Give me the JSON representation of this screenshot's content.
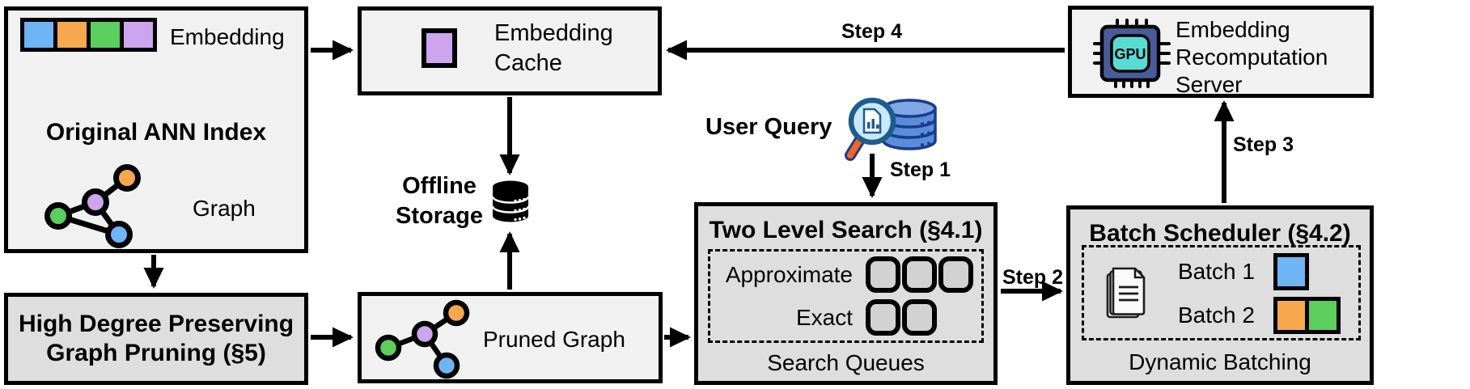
{
  "figure": {
    "original_index": {
      "title": "Original ANN Index",
      "embedding_label": "Embedding",
      "graph_label": "Graph"
    },
    "graph_pruning": {
      "title_line1": "High Degree Preserving",
      "title_line2": "Graph Pruning (§5)"
    },
    "embedding_cache": {
      "title_line1": "Embedding",
      "title_line2": "Cache"
    },
    "offline_storage": {
      "label_line1": "Offline",
      "label_line2": "Storage"
    },
    "pruned_graph": {
      "label": "Pruned Graph"
    },
    "user_query": {
      "label": "User Query"
    },
    "two_level_search": {
      "title": "Two Level Search (§4.1)",
      "approximate_label": "Approximate",
      "exact_label": "Exact",
      "approximate_queue_slots": 3,
      "exact_queue_slots": 2,
      "caption": "Search Queues"
    },
    "batch_scheduler": {
      "title": "Batch Scheduler (§4.2)",
      "batch1_label": "Batch 1",
      "batch2_label": "Batch 2",
      "caption": "Dynamic Batching"
    },
    "recomputation_server": {
      "title_line1": "Embedding",
      "title_line2": "Recomputation",
      "title_line3": "Server",
      "gpu_chip_label": "GPU"
    },
    "steps": {
      "step1": "Step 1",
      "step2": "Step 2",
      "step3": "Step 3",
      "step4": "Step 4"
    },
    "colors": {
      "node_blue": "#6FB5F5",
      "node_orange": "#F7A84E",
      "node_green": "#5BCE5E",
      "node_purple": "#CDA5EE",
      "box_light": "#F1F1F1",
      "box_shaded": "#DEDEDE",
      "queue_slot_fill": "#D2D2D2",
      "gpu_body": "#4A5B9B",
      "gpu_core": "#57DCD4",
      "query_db_fill": "#5B8DD9",
      "query_db_top": "#7FA8E4",
      "query_db_outline": "#1A3C8F",
      "lens_fill": "#C9E9F8",
      "lens_rim": "#1E5D8C",
      "handle_orange": "#F26522",
      "outline_black": "#000000"
    }
  }
}
